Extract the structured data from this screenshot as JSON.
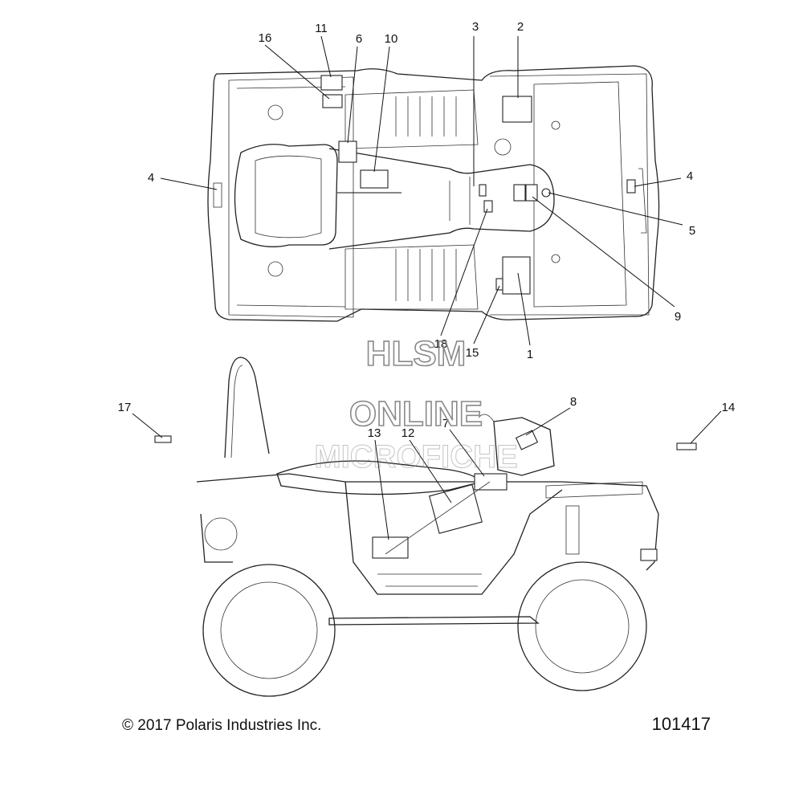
{
  "callouts": [
    {
      "id": "1",
      "label": "1"
    },
    {
      "id": "2",
      "label": "2"
    },
    {
      "id": "3",
      "label": "3"
    },
    {
      "id": "4a",
      "label": "4"
    },
    {
      "id": "4b",
      "label": "4"
    },
    {
      "id": "5",
      "label": "5"
    },
    {
      "id": "6",
      "label": "6"
    },
    {
      "id": "7",
      "label": "7"
    },
    {
      "id": "8",
      "label": "8"
    },
    {
      "id": "9",
      "label": "9"
    },
    {
      "id": "10",
      "label": "10"
    },
    {
      "id": "11",
      "label": "11"
    },
    {
      "id": "12",
      "label": "12"
    },
    {
      "id": "13",
      "label": "13"
    },
    {
      "id": "14",
      "label": "14"
    },
    {
      "id": "15",
      "label": "15"
    },
    {
      "id": "16",
      "label": "16"
    },
    {
      "id": "17",
      "label": "17"
    },
    {
      "id": "18",
      "label": "18"
    }
  ],
  "watermark": {
    "line1": "HLSM",
    "line2": "ONLINE",
    "line3": "MICROFICHE"
  },
  "footer": {
    "copyright": "© 2017  Polaris Industries Inc.",
    "drawing_number": "101417"
  }
}
